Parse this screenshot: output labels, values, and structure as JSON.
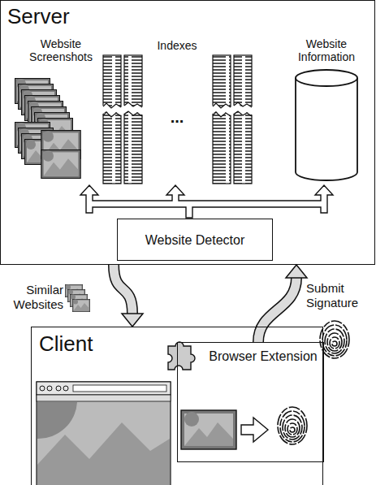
{
  "diagram": {
    "nodes": [
      {
        "text": [
          "Server"
        ]
      },
      {
        "text": [
          "Website Detector"
        ],
        "in": 0
      },
      {
        "text": [
          "Client"
        ]
      },
      {
        "text": [
          "Browser Extension"
        ],
        "in": 2
      }
    ],
    "edges": [
      {
        "from": 0,
        "to": 2,
        "arrow": "to",
        "label": "Similar Websites"
      },
      {
        "from": 3,
        "to": 0,
        "arrow": "to",
        "label": "Submit Signature"
      }
    ],
    "labels": [
      "Website Screenshots",
      "Indexes",
      "...",
      "Website Information"
    ]
  }
}
